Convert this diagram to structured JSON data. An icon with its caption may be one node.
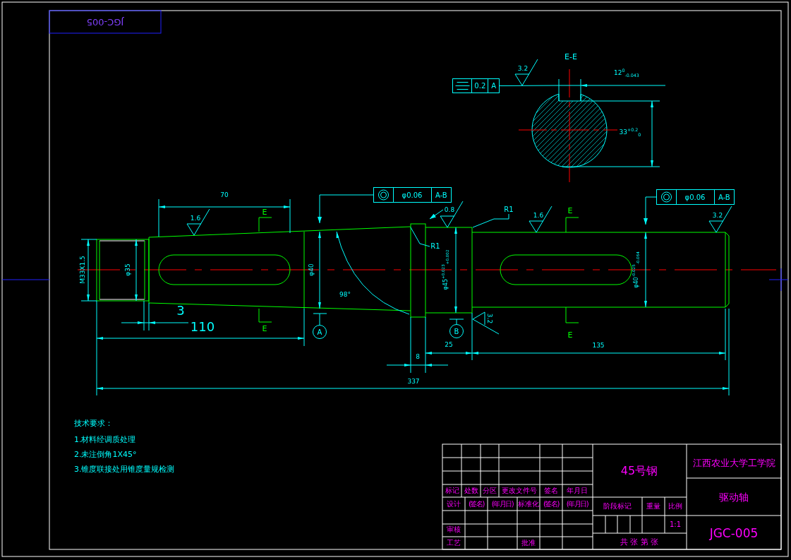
{
  "diagram": {
    "nodes": [
      {
        "text": [
          "0.2",
          "A"
        ]
      },
      {
        "text": [
          "φ0.06",
          "A-B"
        ]
      },
      {
        "text": [
          "φ0.06",
          "A-B"
        ]
      },
      {
        "text": [
          "A"
        ]
      },
      {
        "text": [
          "B"
        ]
      },
      {
        "text": [
          "0.8"
        ]
      },
      {
        "text": [
          "R1"
        ]
      },
      {
        "text": [
          "R1"
        ]
      }
    ],
    "edges": [
      {
        "from": 0,
        "to": null,
        "arrow": "none"
      },
      {
        "from": 1,
        "to": null,
        "arrow": "to"
      },
      {
        "from": 2,
        "to": null,
        "arrow": "to"
      },
      {
        "from": 3,
        "to": null,
        "arrow": "none"
      },
      {
        "from": 4,
        "to": null,
        "arrow": "none"
      },
      {
        "from": 5,
        "to": null,
        "arrow": "to"
      },
      {
        "from": 6,
        "to": null,
        "arrow": "none"
      },
      {
        "from": 7,
        "to": null,
        "arrow": "none"
      }
    ],
    "labels": [
      "JGC-005",
      "E-E",
      "3.2",
      "12$^{0}$$_{-0.043}$",
      "33$^{+0.2}$$_{0}$",
      "70",
      "1.6",
      "E",
      "M33X1.5",
      "φ35",
      "3",
      "110",
      "E",
      "φ40",
      "98°",
      "φ45$^{+0.023}$$_{+0.002}$",
      "1.6",
      "E",
      "3.2",
      "φ40$^{-0.025}$$_{-0.064}$",
      "3.2",
      "25",
      "8",
      "E",
      "135",
      "337",
      "技术要求：",
      "1.材料经调质处理",
      "2.未注倒角1X45°",
      "3.锥度联接处用锥度量规检测",
      "江西农业大学工学院",
      "45号钢",
      "标记",
      "处数",
      "分区",
      "更改文件号",
      "签名",
      "年月日",
      "驱动轴",
      "设计",
      "(签名)",
      "(年月日)",
      "标准化",
      "(签名)",
      "(年月日)",
      "阶段标记",
      "重量",
      "比例",
      "1:1",
      "审核",
      "JGC-005",
      "工艺",
      "批准",
      "共 张 第 张"
    ]
  }
}
